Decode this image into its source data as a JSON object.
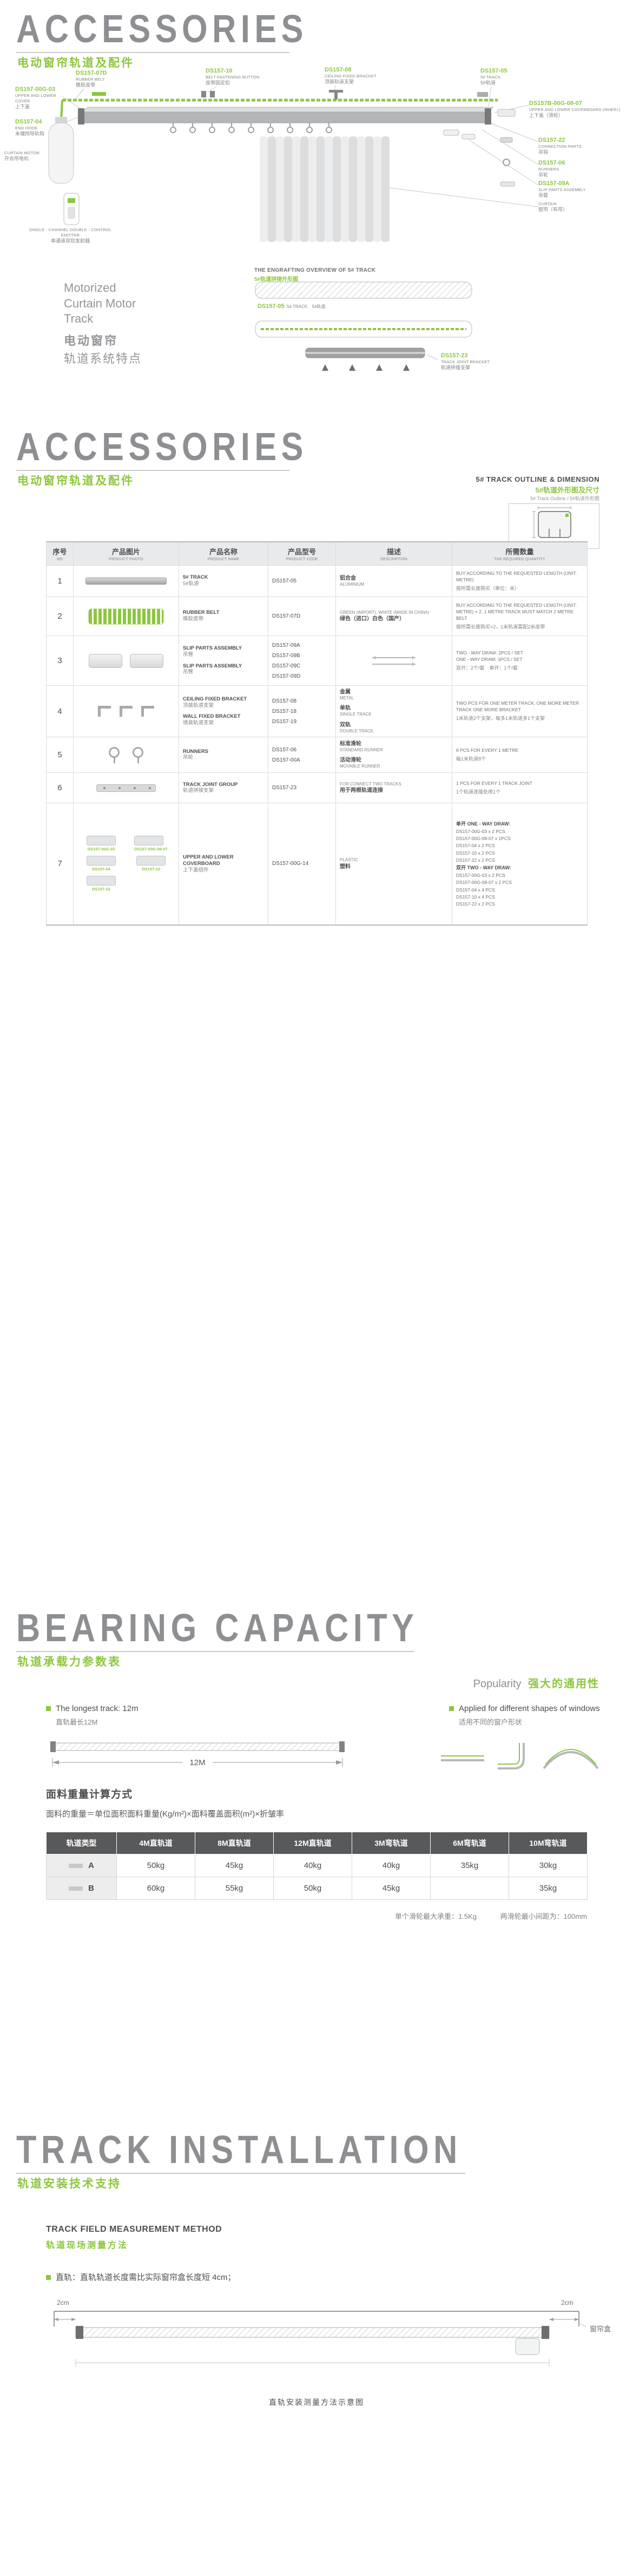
{
  "colors": {
    "accent": "#8DC63F",
    "title_gray": "#8D8F92",
    "dark": "#4D4D4F",
    "mid": "#808285"
  },
  "sec1": {
    "title": "ACCESSORIES",
    "subtitle": "电动窗帘轨道及配件"
  },
  "exploded": {
    "rubber_code": "DS157-07D",
    "rubber_en": "RUBBER BELT",
    "rubber_zh": "橡胶皮带",
    "button_code": "DS157-10",
    "button_en": "BELT FASTENING BUTTON",
    "button_zh": "皮带固定扣",
    "ceiling_code": "DS157-08",
    "ceiling_en": "CEILING FIXED BRACKET",
    "ceiling_zh": "顶装轨道支架",
    "track_code": "DS157-05",
    "track_en": "5# TRACK",
    "track_zh": "5#轨道",
    "cover_code": "DS157-00G-03",
    "cover_en": "UPPER AND LOWER COVER",
    "cover_zh": "上下盖",
    "endhook_code": "DS157-04",
    "endhook_en": "END HOOK",
    "endhook_zh": "末端挡导轨钩",
    "coverboard_code": "DS157B-00G-08-07",
    "coverboard_en": "UPPER AND LOWER COVERBOARD (WHEEL)",
    "coverboard_zh": "上下盖（滑轮）",
    "conn_code": "DS157-22",
    "conn_en": "CONNECTION PARTS",
    "conn_zh": "吊钩",
    "runner_code": "DS157-06",
    "runner_en": "RUNNERS",
    "runner_zh": "吊轮",
    "slip_code": "DS157-09A",
    "slip_en": "SLIP PARTS ASSEMBLY",
    "slip_zh": "吊臂",
    "curtain_en": "CURTAIN",
    "curtain_zh": "窗帘（布帘）",
    "motor_en": "CURTAIN MOTOR",
    "motor_zh": "开合帘电机",
    "emitter_en": "Single - channel double - control emitter",
    "emitter_zh": "单通道双控发射器"
  },
  "s  ec2_placeholder": "",
  "sec2": {
    "overview_en": "THE ENGRAFTING OVERVIEW OF 5# TRACK",
    "overview_zh": "5#轨道拼接外形图",
    "left_en1": "Motorized",
    "left_en2": "Curtain Motor",
    "left_en3": "Track",
    "left_zh1": "电动窗帘",
    "left_zh2": "轨道系统特点",
    "ds05_code": "DS157-05",
    "ds05_en": "5# TRACK",
    "ds05_zh": "5#轨道",
    "ds23_code": "DS157-23",
    "ds23_en": "TRACK JOINT BRACKET",
    "ds23_zh": "轨道拼接支架"
  },
  "sec3": {
    "title": "ACCESSORIES",
    "subtitle": "电动窗帘轨道及配件",
    "outline_en": "5# TRACK OUTLINE & DIMENSION",
    "outline_zh": "5#轨道外形图及尺寸",
    "outline_sub": "5# Track Outline / 5#轨道外形图"
  },
  "table": {
    "h_no_zh": "序号",
    "h_no_en": "NO",
    "h_photo_zh": "产品图片",
    "h_photo_en": "PRODUCT PHOTO",
    "h_name_zh": "产品名称",
    "h_name_en": "PRODUCT NAME",
    "h_code_zh": "产品型号",
    "h_code_en": "PRODUCT CODE",
    "h_desc_zh": "描述",
    "h_desc_en": "DESCRIPTION",
    "h_qty_zh": "所需数量",
    "h_qty_en": "THE REQUIRED QUANTITY",
    "r1": {
      "no": "1",
      "name_en": "5# TRACK",
      "name_zh": "5#轨道",
      "code": "DS157-05",
      "desc_en": "ALUMINIUM",
      "desc_zh": "铝合金",
      "qty_en": "BUY ACCORDING TO THE REQUESTED LENGTH (UNIT: METRE)",
      "qty_zh": "按所需长度购买（单位：米）"
    },
    "r2": {
      "no": "2",
      "name_en": "RUBBER BELT",
      "name_zh": "橡胶皮带",
      "code": "DS157-07D",
      "desc_en": "GREEN (IMPORT), WHITE (MADE IN CHINA)",
      "desc_zh": "绿色（进口）白色（国产）",
      "qty_en": "BUY ACCORDING TO THE REQUESTED LENGTH (UNIT: METRE) × 2, 1 METRE TRACK MUST MATCH 2 METRE BELT",
      "qty_zh": "按所需长度购买×2，1米轨道需配2米皮带"
    },
    "r3": {
      "no": "3",
      "name1_en": "SLIP PARTS ASSEMBLY",
      "name1_zh": "吊臂",
      "name2_en": "SLIP PARTS ASSEMBLY",
      "name2_zh": "吊臂",
      "code1": "DS157-09A",
      "code2": "DS157-09B",
      "code3": "DS157-09C",
      "code4": "DS157-09D",
      "qty_en1": "TWO - WAY DRAW: 2PCS / SET",
      "qty_en2": "ONE - WAY DRAW: 1PCS / SET",
      "qty_zh": "双开：2个/套　单开：1个/套"
    },
    "r4": {
      "no": "4",
      "name1_en": "CEILING FIXED BRACKET",
      "name1_zh": "顶装轨道支架",
      "name2_en": "WALL FIXED BRACKET",
      "name2_zh": "墙装轨道支架",
      "code1": "DS157-08",
      "code2": "DS157-18",
      "code3": "DS157-19",
      "desc1_en": "METAL",
      "desc1_zh": "金属",
      "desc2_zh": "单轨",
      "desc2_en": "SINGLE TRACK",
      "desc3_zh": "双轨",
      "desc3_en": "DOUBLE TRACK",
      "qty_en": "TWO PCS FOR ONE METER TRACK, ONE MORE METER TRACK ONE MORE BRACKET",
      "qty_zh": "1米轨道2个支架，每多1米轨道多1个支架"
    },
    "r5": {
      "no": "5",
      "name_en": "RUNNERS",
      "name_zh": "吊轮",
      "code1": "DS157-06",
      "code2": "DS157-00A",
      "desc1_zh": "标准滑轮",
      "desc1_en": "STANDARD RUNNER",
      "desc2_zh": "活动滑轮",
      "desc2_en": "MOVABLE RUNNER",
      "qty_en": "8 PCS FOR EVERY 1 METRE",
      "qty_zh": "每1米轨道8个"
    },
    "r6": {
      "no": "6",
      "name_en": "TRACK JOINT GROUP",
      "name_zh": "轨道拼接支架",
      "code": "DS157-23",
      "desc_en": "FOR CONNECT TWO TRACKS",
      "desc_zh": "用于两根轨道连接",
      "qty_en": "1 PCS FOR EVERY 1 TRACK JOINT",
      "qty_zh": "1个轨道连接处用1个"
    },
    "r7": {
      "no": "7",
      "name_en": "UPPER AND LOWER COVERBOARD",
      "name_zh": "上下盖组件",
      "code": "DS157-00G-14",
      "desc_en": "PLASTIC",
      "desc_zh": "塑料",
      "p1": "DS157-00G-03",
      "p2": "DS157-00G-08-07",
      "p3": "DS157-04",
      "p4": "DS157-10",
      "p5": "DS157-22",
      "oneway_title": "单开 ONE - WAY DRAW:",
      "ow1": "DS157-00G-03 x 2 PCS",
      "ow2": "DS157-00G-08-07 x 1PCS",
      "ow3": "DS157-04 x 2 PCS",
      "ow4": "DS157-10 x 2 PCS",
      "ow5": "DS157-22 x 2 PCS",
      "twoway_title": "双开 TWO - WAY DRAW:",
      "tw1": "DS157-00G-03 x 2 PCS",
      "tw2": "DS157-00G-08-07 x 2 PCS",
      "tw3": "DS157-04 x 4 PCS",
      "tw4": "DS157-10 x 4 PCS",
      "tw5": "DS157-22 x 2 PCS"
    }
  },
  "bearing": {
    "title": "BEARING CAPACITY",
    "subtitle": "轨道承载力参数表",
    "popularity_en": "Popularity",
    "popularity_zh": "强大的通用性",
    "longest_en": "The longest track: 12m",
    "longest_zh": "直轨最长12M",
    "applied_en": "Applied for different shapes of windows",
    "applied_zh": "适用不同的窗户形状",
    "track_len": "12M",
    "calc_title": "面料重量计算方式",
    "formula": "面料的重量＝单位面积面料重量(Kg/m²)×面料覆盖面积(m²)×折皱率",
    "col0": "轨道类型",
    "cols": [
      "4M直轨道",
      "8M直轨道",
      "12M直轨道",
      "3M弯轨道",
      "6M弯轨道",
      "10M弯轨道"
    ],
    "rowA_label": "A",
    "rowA": [
      "50kg",
      "45kg",
      "40kg",
      "40kg",
      "35kg",
      "30kg"
    ],
    "rowB_label": "B",
    "rowB": [
      "60kg",
      "55kg",
      "50kg",
      "45kg",
      "",
      "35kg"
    ],
    "note1": "单个滑轮最大承重：1.5Kg",
    "note2": "两滑轮最小间距为：100mm"
  },
  "install": {
    "title": "TRACK INSTALLATION",
    "subtitle": "轨道安装技术支持",
    "method_en": "TRACK FIELD MEASUREMENT METHOD",
    "method_zh": "轨道现场测量方法",
    "bullet": "直轨：直轨轨道长度需比实际窗帘盒长度短 4cm；",
    "dim_left": "2cm",
    "dim_right": "2cm",
    "box_label": "窗帘盒",
    "caption": "直轨安装测量方法示意图"
  }
}
